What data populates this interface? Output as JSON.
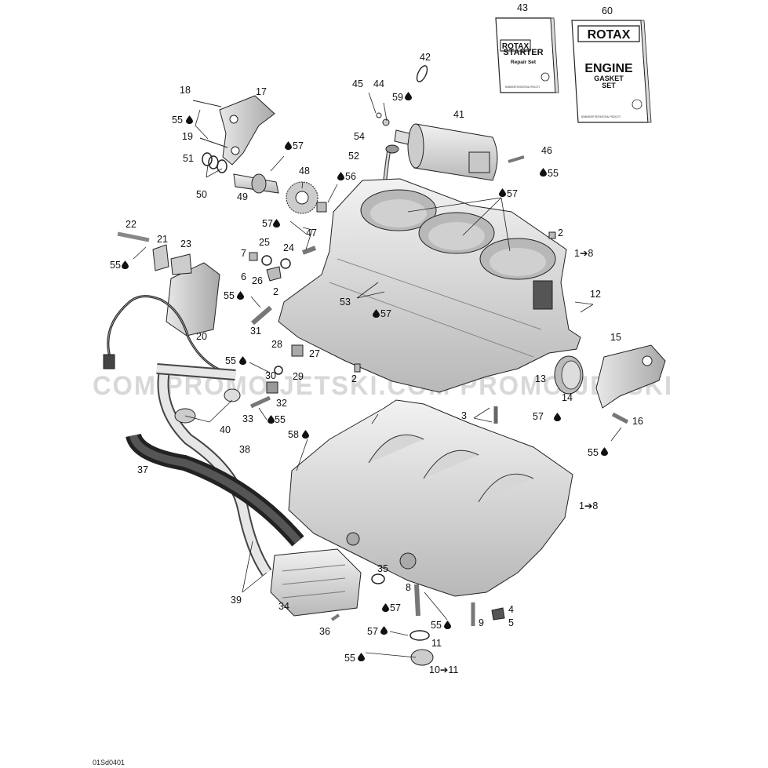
{
  "watermark": "COM   PROMO-JETSKI.COM   PROMO-JETSKI",
  "reference_code": "01Sd0401",
  "books": {
    "starter": {
      "number": "43",
      "brand": "ROTAX",
      "title": "STARTER",
      "subtitle": "Repair Set",
      "footer": "BOMBARDIER RECREATIONAL PRODUCTS"
    },
    "engine": {
      "number": "60",
      "brand": "ROTAX",
      "title": "ENGINE",
      "subtitle1": "GASKET",
      "subtitle2": "SET",
      "footer": "BOMBARDIER RECREATIONAL PRODUCTS"
    }
  },
  "labels": [
    {
      "id": "l42",
      "text": "42"
    },
    {
      "id": "l45",
      "text": "45"
    },
    {
      "id": "l44",
      "text": "44"
    },
    {
      "id": "l59",
      "text": "59"
    },
    {
      "id": "l41",
      "text": "41"
    },
    {
      "id": "l18",
      "text": "18"
    },
    {
      "id": "l17",
      "text": "17"
    },
    {
      "id": "l55a",
      "text": "55"
    },
    {
      "id": "l19",
      "text": "19"
    },
    {
      "id": "l57a",
      "text": "57"
    },
    {
      "id": "l54",
      "text": "54"
    },
    {
      "id": "l52",
      "text": "52"
    },
    {
      "id": "l46",
      "text": "46"
    },
    {
      "id": "l55b",
      "text": "55"
    },
    {
      "id": "l51",
      "text": "51"
    },
    {
      "id": "l48",
      "text": "48"
    },
    {
      "id": "l56",
      "text": "56"
    },
    {
      "id": "l50",
      "text": "50"
    },
    {
      "id": "l49",
      "text": "49"
    },
    {
      "id": "l57b",
      "text": "57"
    },
    {
      "id": "l57c",
      "text": "57"
    },
    {
      "id": "l47",
      "text": "47"
    },
    {
      "id": "l22",
      "text": "22"
    },
    {
      "id": "l21",
      "text": "21"
    },
    {
      "id": "l23",
      "text": "23"
    },
    {
      "id": "l25",
      "text": "25"
    },
    {
      "id": "l2a",
      "text": "2"
    },
    {
      "id": "l55c",
      "text": "55"
    },
    {
      "id": "l7",
      "text": "7"
    },
    {
      "id": "l24",
      "text": "24"
    },
    {
      "id": "l1to8a",
      "text": "1➔8"
    },
    {
      "id": "l6",
      "text": "6"
    },
    {
      "id": "l26",
      "text": "26"
    },
    {
      "id": "l2b",
      "text": "2"
    },
    {
      "id": "l55d",
      "text": "55"
    },
    {
      "id": "l12",
      "text": "12"
    },
    {
      "id": "l53",
      "text": "53"
    },
    {
      "id": "l57d",
      "text": "57"
    },
    {
      "id": "l31",
      "text": "31"
    },
    {
      "id": "l20",
      "text": "20"
    },
    {
      "id": "l28",
      "text": "28"
    },
    {
      "id": "l27",
      "text": "27"
    },
    {
      "id": "l15",
      "text": "15"
    },
    {
      "id": "l55e",
      "text": "55"
    },
    {
      "id": "l30",
      "text": "30"
    },
    {
      "id": "l29",
      "text": "29"
    },
    {
      "id": "l2c",
      "text": "2"
    },
    {
      "id": "l13",
      "text": "13"
    },
    {
      "id": "l32",
      "text": "32"
    },
    {
      "id": "l14",
      "text": "14"
    },
    {
      "id": "l33",
      "text": "33"
    },
    {
      "id": "l55f",
      "text": "55"
    },
    {
      "id": "l3",
      "text": "3"
    },
    {
      "id": "l57e",
      "text": "57"
    },
    {
      "id": "l16",
      "text": "16"
    },
    {
      "id": "l40",
      "text": "40"
    },
    {
      "id": "l58",
      "text": "58"
    },
    {
      "id": "l55g",
      "text": "55"
    },
    {
      "id": "l38",
      "text": "38"
    },
    {
      "id": "l37",
      "text": "37"
    },
    {
      "id": "l1to8b",
      "text": "1➔8"
    },
    {
      "id": "l35",
      "text": "35"
    },
    {
      "id": "l8",
      "text": "8"
    },
    {
      "id": "l39",
      "text": "39"
    },
    {
      "id": "l34",
      "text": "34"
    },
    {
      "id": "l57f",
      "text": "57"
    },
    {
      "id": "l4",
      "text": "4"
    },
    {
      "id": "l55h",
      "text": "55"
    },
    {
      "id": "l9",
      "text": "9"
    },
    {
      "id": "l5",
      "text": "5"
    },
    {
      "id": "l36",
      "text": "36"
    },
    {
      "id": "l57g",
      "text": "57"
    },
    {
      "id": "l11",
      "text": "11"
    },
    {
      "id": "l55i",
      "text": "55"
    },
    {
      "id": "l10to11",
      "text": "10➔11"
    }
  ]
}
